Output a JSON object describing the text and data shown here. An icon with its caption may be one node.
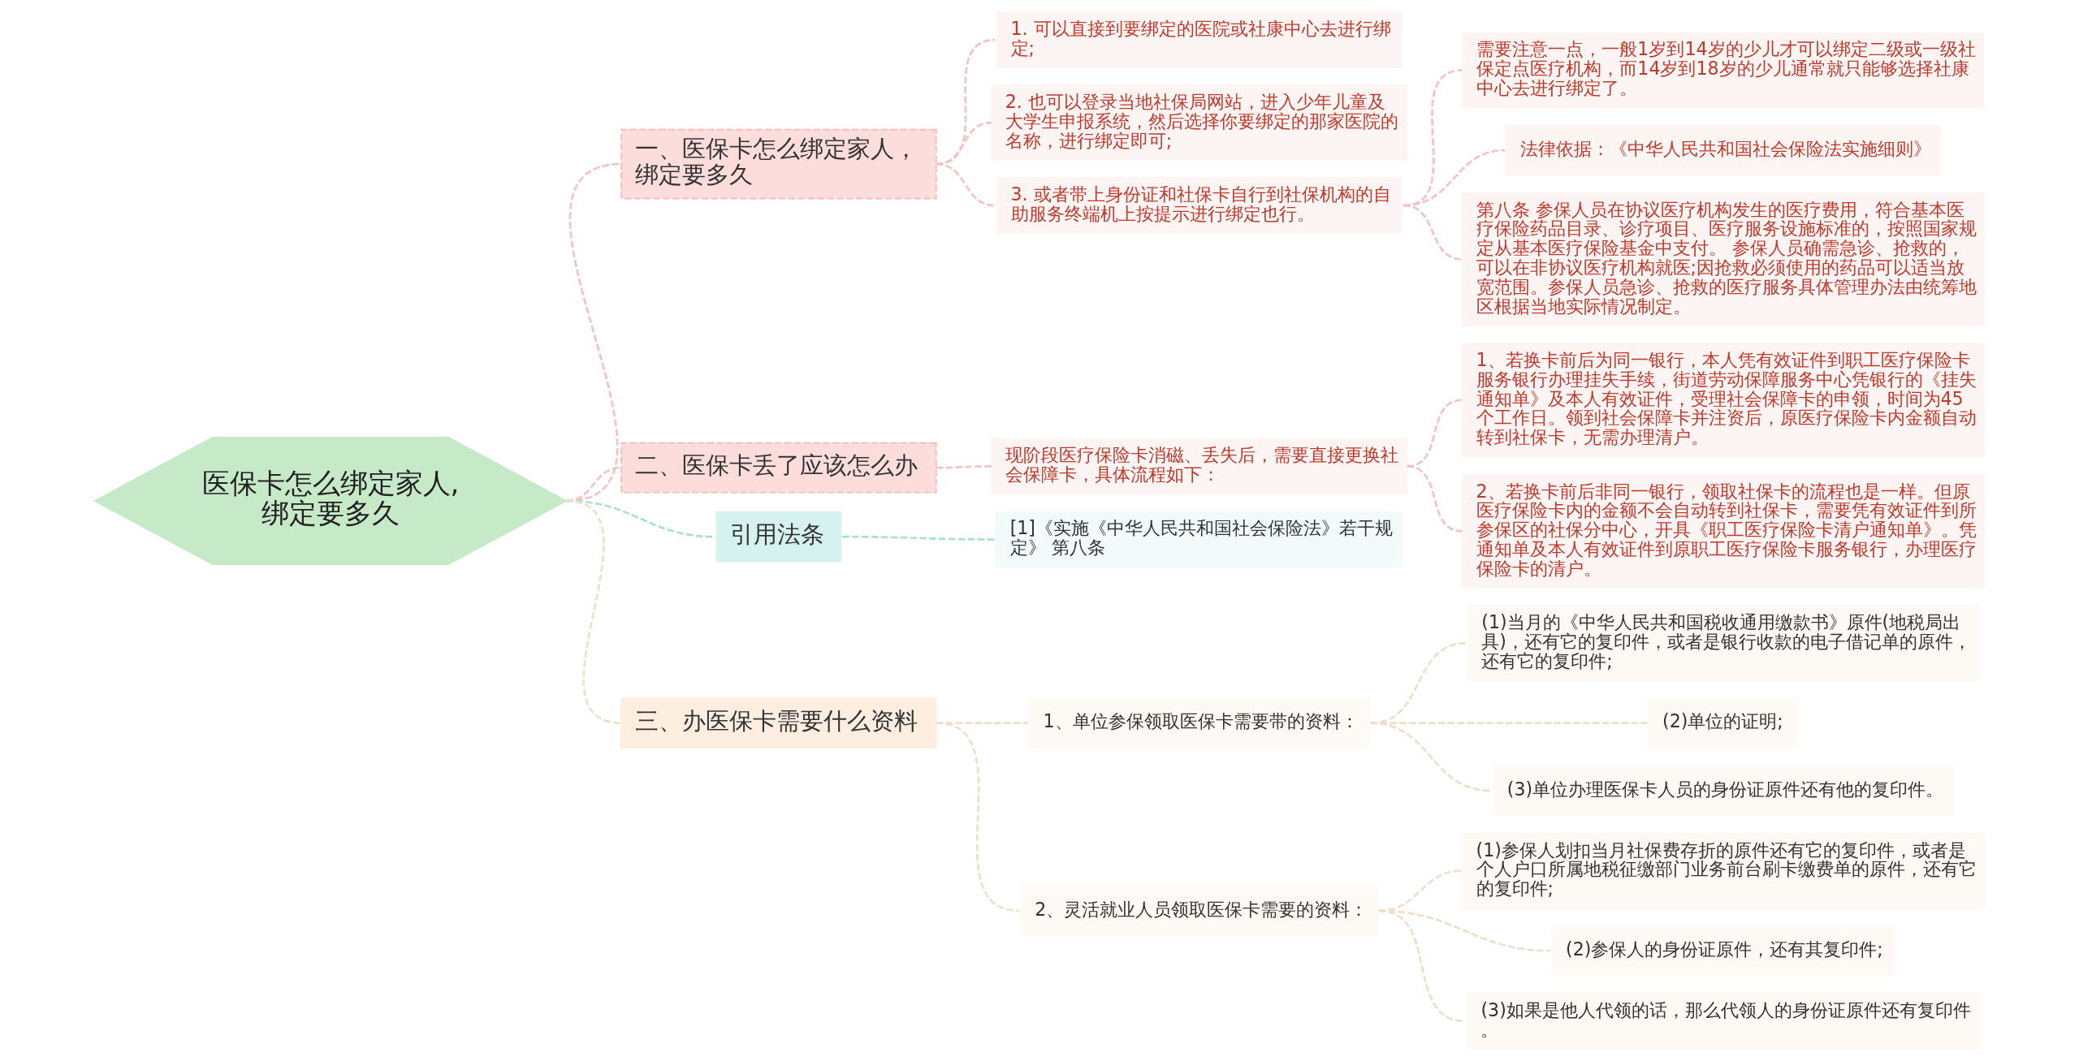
{
  "diagram": {
    "nodes": [
      {
        "text": [
          "医保卡怎么绑定家人,绑定要多久"
        ]
      },
      {
        "text": [
          "一、医保卡怎么绑定家人，绑定要多久"
        ]
      },
      {
        "text": [
          "1. 可以直接到要绑定的医院或社康中心去进行绑定;"
        ]
      },
      {
        "text": [
          "2. 也可以登录当地社保局网站，进入少年儿童及大学生申报系统，然后选择你要绑定的那家医院的名称，进行绑定即可;"
        ]
      },
      {
        "text": [
          "3. 或者带上身份证和社保卡自行到社保机构的自助服务终端机上按提示进行绑定也行。"
        ]
      },
      {
        "text": [
          "需要注意一点，一般1岁到14岁的少儿才可以绑定二级或一级社保定点医疗机构，而14岁到18岁的少儿通常就只能够选择社康中心去进行绑定了。"
        ]
      },
      {
        "text": [
          "法律依据：《中华人民共和国社会保险法实施细则》"
        ]
      },
      {
        "text": [
          "第八条 参保人员在协议医疗机构发生的医疗费用，符合基本医疗保险药品目录、诊疗项目、医疗服务设施标准的，按照国家规定从基本医疗保险基金中支付。 参保人员确需急诊、抢救的，可以在非协议医疗机构就医;因抢救必须使用的药品可以适当放宽范围。参保人员急诊、抢救的医疗服务具体管理办法由统筹地区根据当地实际情况制定。"
        ]
      },
      {
        "text": [
          "二、医保卡丢了应该怎么办"
        ]
      },
      {
        "text": [
          "现阶段医疗保险卡消磁、丢失后，需要直接更换社会保障卡，具体流程如下："
        ]
      },
      {
        "text": [
          "1、若换卡前后为同一银行，本人凭有效证件到职工医疗保险卡服务银行办理挂失手续，街道劳动保障服务中心凭银行的《挂失通知单》及本人有效证件，受理社会保障卡的申领，时间为45个工作日。领到社会保障卡并注资后，原医疗保险卡内金额自动转到社保卡，无需办理清户。"
        ]
      },
      {
        "text": [
          "2、若换卡前后非同一银行，领取社保卡的流程也是一样。但原医疗保险卡内的金额不会自动转到社保卡，需要凭有效证件到所参保区的社保分中心，开具《职工医疗保险卡清户通知单》。凭通知单及本人有效证件到原职工医疗保险卡服务银行，办理医疗保险卡的清户。"
        ]
      },
      {
        "text": [
          "引用法条"
        ]
      },
      {
        "text": [
          "[1]《实施《中华人民共和国社会保险法》若干规定》 第八条"
        ]
      },
      {
        "text": [
          "三、办医保卡需要什么资料"
        ]
      },
      {
        "text": [
          "1、单位参保领取医保卡需要带的资料："
        ]
      },
      {
        "text": [
          "(1)当月的《中华人民共和国税收通用缴款书》原件(地税局出具)，还有它的复印件，或者是银行收款的电子借记单的原件，还有它的复印件;"
        ]
      },
      {
        "text": [
          "(2)单位的证明;"
        ]
      },
      {
        "text": [
          "(3)单位办理医保卡人员的身份证原件还有他的复印件。"
        ]
      },
      {
        "text": [
          "2、灵活就业人员领取医保卡需要的资料："
        ]
      },
      {
        "text": [
          "(1)参保人划扣当月社保费存折的原件还有它的复印件，或者是个人户口所属地税征缴部门业务前台刷卡缴费单的原件，还有它的复印件;"
        ]
      },
      {
        "text": [
          "(2)参保人的身份证原件，还有其复印件;"
        ]
      },
      {
        "text": [
          "(3)如果是他人代领的话，那么代领人的身份证原件还有复印件。"
        ]
      }
    ],
    "edges": [
      {
        "from": 0,
        "to": 1,
        "arrow": "none",
        "style": "dashed"
      },
      {
        "from": 1,
        "to": 2,
        "arrow": "none",
        "style": "dashed"
      },
      {
        "from": 1,
        "to": 3,
        "arrow": "none",
        "style": "dashed"
      },
      {
        "from": 1,
        "to": 4,
        "arrow": "none",
        "style": "dashed"
      },
      {
        "from": 4,
        "to": 5,
        "arrow": "none",
        "style": "dashed"
      },
      {
        "from": 4,
        "to": 6,
        "arrow": "none",
        "style": "dashed"
      },
      {
        "from": 4,
        "to": 7,
        "arrow": "none",
        "style": "dashed"
      },
      {
        "from": 0,
        "to": 8,
        "arrow": "none",
        "style": "dashed"
      },
      {
        "from": 8,
        "to": 9,
        "arrow": "none",
        "style": "dashed"
      },
      {
        "from": 9,
        "to": 10,
        "arrow": "none",
        "style": "dashed"
      },
      {
        "from": 9,
        "to": 11,
        "arrow": "none",
        "style": "dashed"
      },
      {
        "from": 0,
        "to": 12,
        "arrow": "none",
        "style": "dashed",
        "color": "#a9dfd8"
      },
      {
        "from": 12,
        "to": 13,
        "arrow": "none",
        "style": "dashed",
        "color": "#a9dfd8"
      },
      {
        "from": 0,
        "to": 14,
        "arrow": "none",
        "style": "dashed",
        "color": "#eedfcb"
      },
      {
        "from": 14,
        "to": 15,
        "arrow": "none",
        "style": "dashed",
        "color": "#eedfcb"
      },
      {
        "from": 15,
        "to": 16,
        "arrow": "none",
        "style": "dashed",
        "color": "#eedfcb"
      },
      {
        "from": 15,
        "to": 17,
        "arrow": "none",
        "style": "dashed",
        "color": "#eedfcb"
      },
      {
        "from": 15,
        "to": 18,
        "arrow": "none",
        "style": "dashed",
        "color": "#eedfcb"
      },
      {
        "from": 14,
        "to": 19,
        "arrow": "none",
        "style": "dashed",
        "color": "#eedfcb"
      },
      {
        "from": 19,
        "to": 20,
        "arrow": "none",
        "style": "dashed",
        "color": "#eedfcb"
      },
      {
        "from": 19,
        "to": 21,
        "arrow": "none",
        "style": "dashed",
        "color": "#eedfcb"
      },
      {
        "from": 19,
        "to": 22,
        "arrow": "none",
        "style": "dashed",
        "color": "#eedfcb"
      }
    ]
  }
}
